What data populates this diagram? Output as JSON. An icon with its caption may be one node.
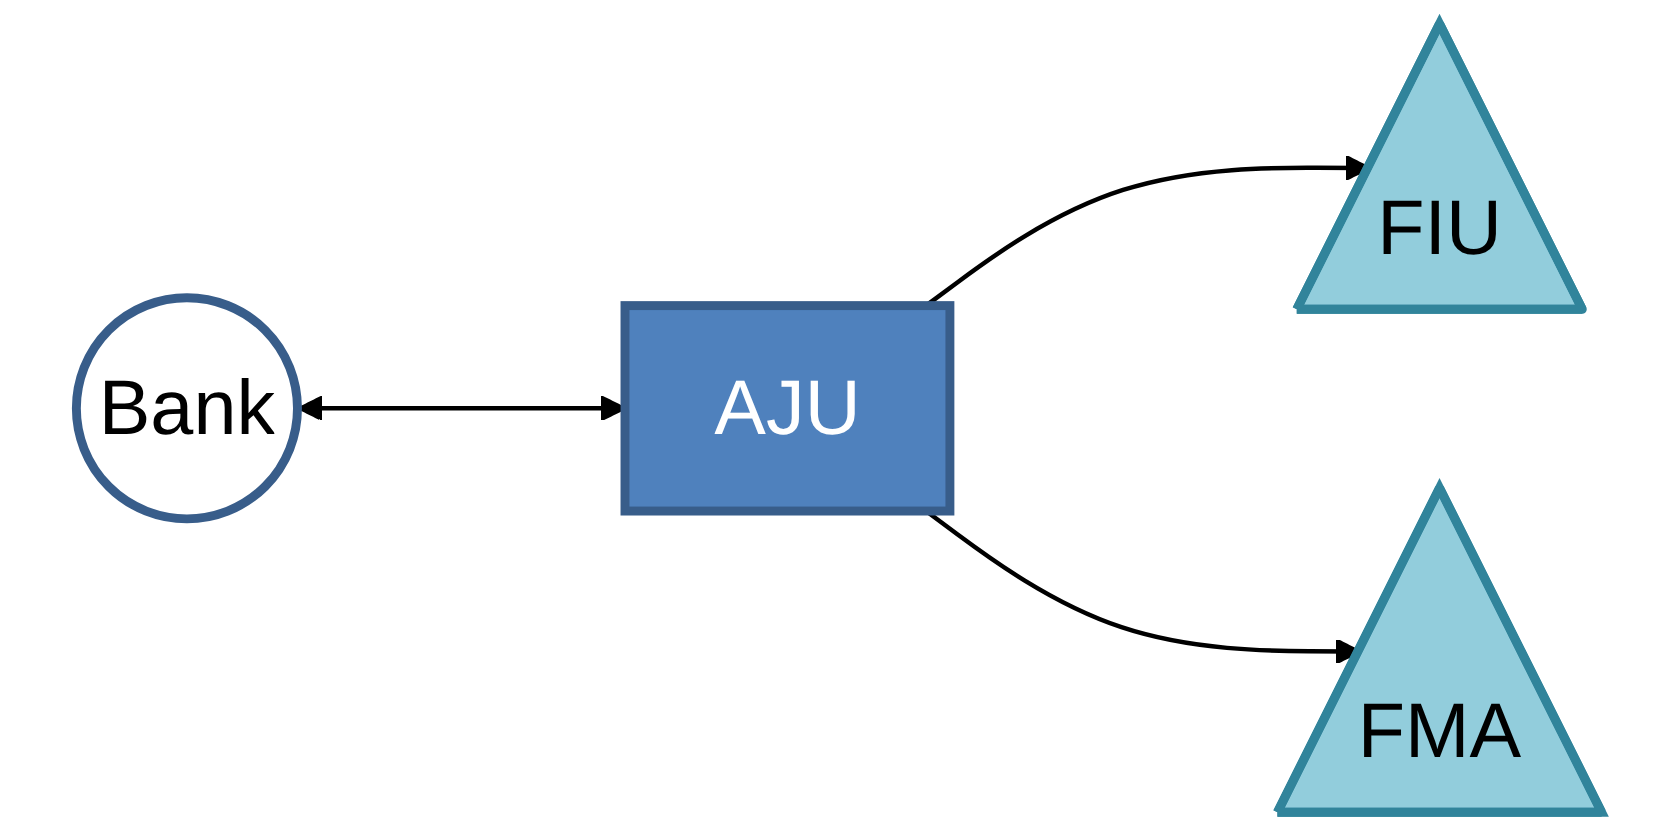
{
  "diagram": {
    "nodes": [
      {
        "text": [
          "Bank"
        ]
      },
      {
        "text": [
          "AJU"
        ]
      },
      {
        "text": [
          "FIU"
        ]
      },
      {
        "text": [
          "FMA"
        ]
      }
    ],
    "edges": [
      {
        "from": 0,
        "to": 1,
        "arrow": "both"
      },
      {
        "from": 1,
        "to": 2,
        "arrow": "to"
      },
      {
        "from": 1,
        "to": 3,
        "arrow": "to"
      }
    ]
  }
}
